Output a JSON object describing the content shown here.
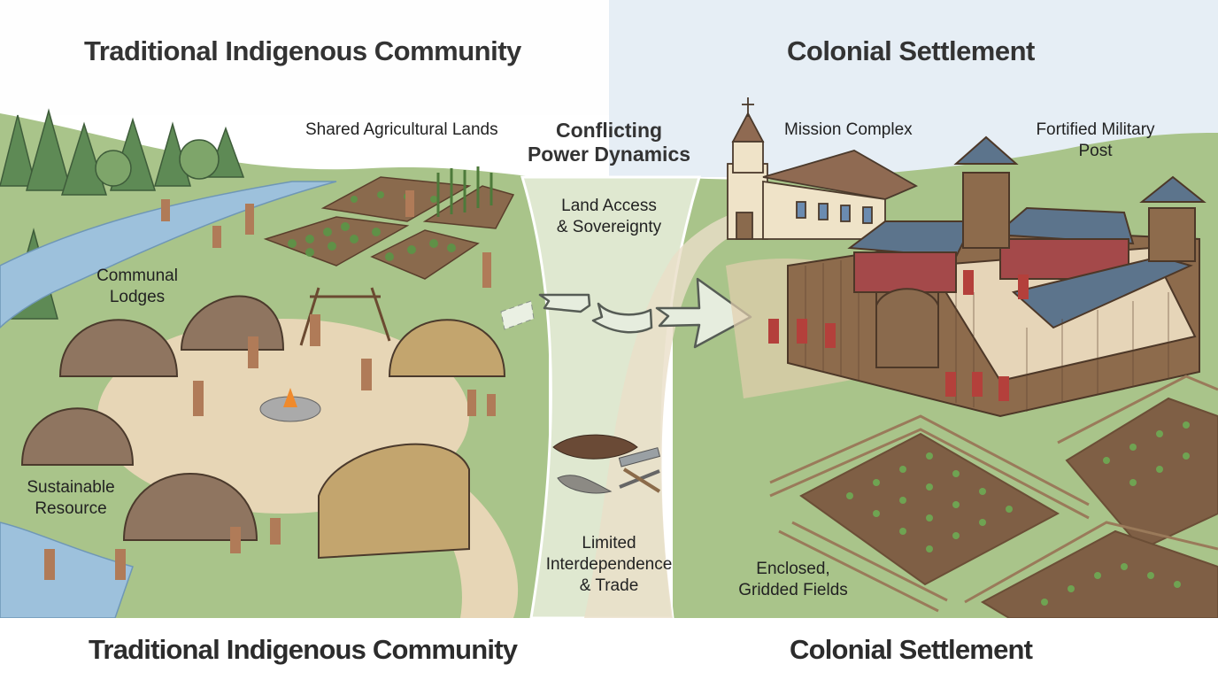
{
  "header": {
    "left_title": "Traditional Indigenous Community",
    "right_title": "Colonial Settlement"
  },
  "center": {
    "heading_line1": "Conflicting",
    "heading_line2": "Power Dynamics",
    "top_label_line1": "Land Access",
    "top_label_line2": "& Sovereignty",
    "bottom_label_line1": "Limited",
    "bottom_label_line2": "Interdependence",
    "bottom_label_line3": "& Trade"
  },
  "left_labels": {
    "fields": "Shared Agricultural Lands",
    "lodges_line1": "Communal",
    "lodges_line2": "Lodges",
    "resource_line1": "Sustainable",
    "resource_line2": "Resource"
  },
  "right_labels": {
    "mission": "Mission Complex",
    "fort_line1": "Fortified Military",
    "fort_line2": "Post",
    "fields_line1": "Enclosed,",
    "fields_line2": "Gridded Fields"
  },
  "footer": {
    "left_title": "Traditional Indigenous Community",
    "right_title": "Colonial Settlement"
  },
  "colors": {
    "grass": "#a9c48a",
    "path": "#e7d6b6",
    "river": "#9dc1dc",
    "sky_right": "#e6eef5",
    "lodge": "#8f7560",
    "fort_wood": "#8d6b4c",
    "roof_blue": "#5c748c",
    "barracks_red": "#a4494a",
    "soil": "#7f5f45"
  }
}
